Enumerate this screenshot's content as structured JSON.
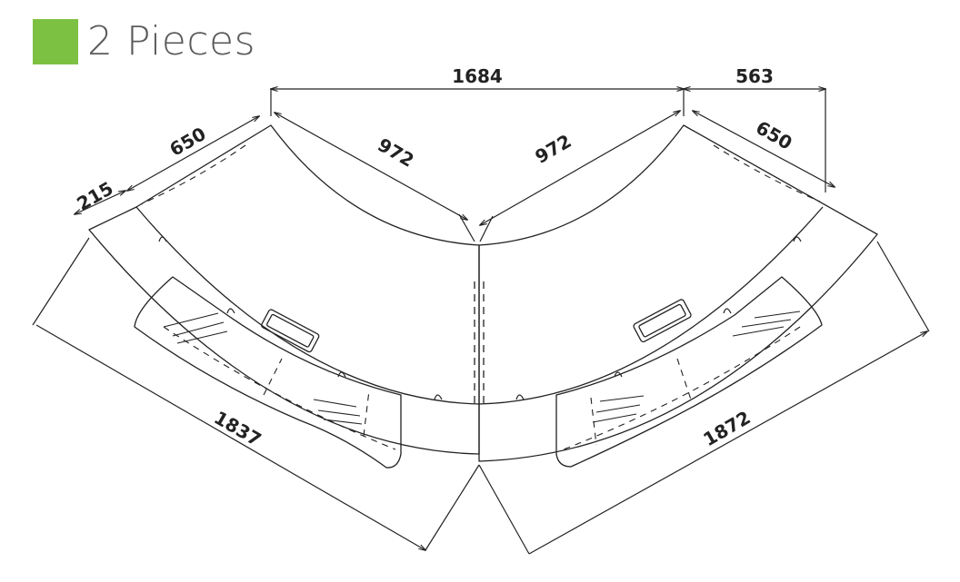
{
  "header": {
    "title": "2 Pieces",
    "accent_color": "#7dc142"
  },
  "dimensions": {
    "top_total": "1684",
    "right_offset": "563",
    "left_arc_radius": "972",
    "right_arc_radius": "972",
    "left_depth": "650",
    "right_depth": "650",
    "left_return": "215",
    "left_length": "1837",
    "right_length": "1872"
  },
  "icons": {
    "accent_square": "green-square-icon"
  }
}
